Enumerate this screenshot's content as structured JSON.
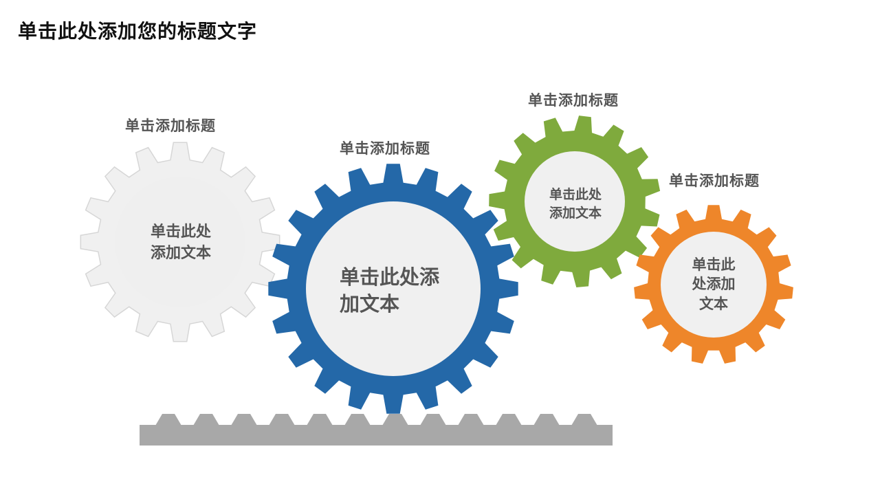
{
  "slide": {
    "title": "单击此处添加您的标题文字"
  },
  "colors": {
    "gear_gray": "#f0f0f0",
    "gear_gray_border": "#d6d6d6",
    "gear_blue": "#2468a8",
    "gear_green": "#7faa3d",
    "gear_orange": "#ee862a",
    "gear_center": "#f0f0f0",
    "rack": "#a8a8a8",
    "text": "#555555"
  },
  "gears": [
    {
      "id": "gray",
      "title": "单击添加标题",
      "text": "单击此处\n添加文本"
    },
    {
      "id": "blue",
      "title": "单击添加标题",
      "text": "单击此处添\n加文本"
    },
    {
      "id": "green",
      "title": "单击添加标题",
      "text": "单击此处\n添加文本"
    },
    {
      "id": "orange",
      "title": "单击添加标题",
      "text": "单击此\n处添加\n文本"
    }
  ]
}
